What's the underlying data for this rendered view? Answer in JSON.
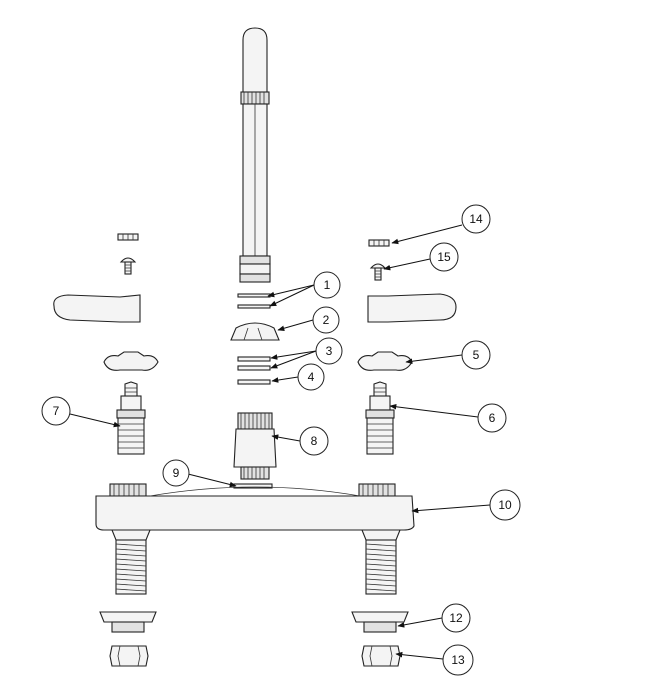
{
  "diagram": {
    "callouts": [
      {
        "num": "1"
      },
      {
        "num": "2"
      },
      {
        "num": "3"
      },
      {
        "num": "4"
      },
      {
        "num": "5"
      },
      {
        "num": "6"
      },
      {
        "num": "7"
      },
      {
        "num": "8"
      },
      {
        "num": "9"
      },
      {
        "num": "10"
      },
      {
        "num": "12"
      },
      {
        "num": "13"
      },
      {
        "num": "14"
      },
      {
        "num": "15"
      }
    ]
  }
}
